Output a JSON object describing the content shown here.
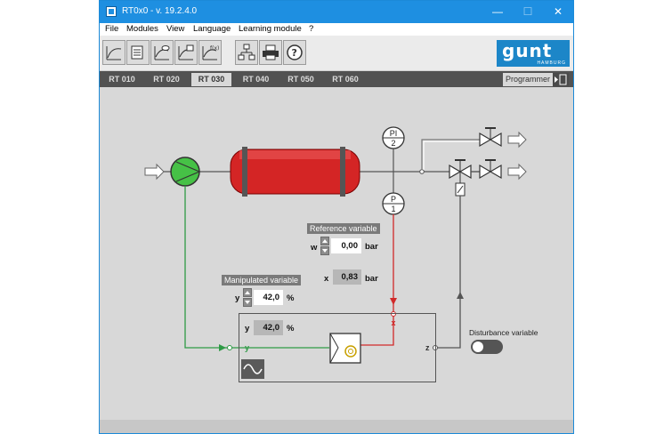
{
  "window": {
    "title": "RT0x0 - v. 19.2.4.0",
    "minimize_glyph": "—",
    "maximize_glyph": "☐",
    "close_glyph": "✕",
    "titlebar_color": "#1e8fe1"
  },
  "menu": {
    "items": [
      "File",
      "Modules",
      "View",
      "Language",
      "Learning module",
      "?"
    ]
  },
  "toolbar": {
    "buttons": [
      "step-response-icon",
      "device-config-icon",
      "trend-view-icon",
      "controller-plot-icon",
      "function-plot-icon",
      "network-icon",
      "printer-icon",
      "help-icon"
    ],
    "logo_text": "gunt",
    "logo_sub": "HAMBURG"
  },
  "tabs": {
    "items": [
      "RT 010",
      "RT 020",
      "RT 030",
      "RT 040",
      "RT 050",
      "RT 060"
    ],
    "active": "RT 030",
    "programmer_label": "Programmer"
  },
  "diagram": {
    "pi_tag": "PI",
    "pi_num": "2",
    "p_tag": "P",
    "p_num": "1",
    "colors": {
      "process_red": "#d12a2a",
      "pump_green": "#3fbf3f",
      "signal_green": "#2e9a45",
      "line_dark": "#555555"
    }
  },
  "reference": {
    "title": "Reference variable",
    "w_label": "w",
    "w_value": "0,00",
    "w_unit": "bar",
    "x_label": "x",
    "x_value": "0,83",
    "x_unit": "bar"
  },
  "manipulated": {
    "title": "Manipulated variable",
    "y_label": "y",
    "y_value": "42,0",
    "y_unit": "%"
  },
  "controller": {
    "y_label": "y",
    "y_value": "42,0",
    "y_unit": "%",
    "x_port": "x",
    "y_port": "y",
    "z_port": "z"
  },
  "disturbance": {
    "title": "Disturbance variable",
    "state": "off"
  }
}
